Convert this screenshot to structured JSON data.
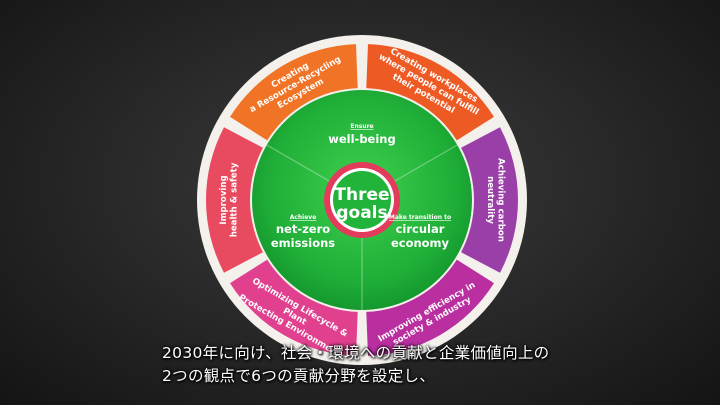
{
  "center": {
    "line1": "Three",
    "line2": "goals"
  },
  "goals": [
    {
      "small": "Ensure",
      "line1": "well-being",
      "line2": ""
    },
    {
      "small": "Make transition to",
      "line1": "circular",
      "line2": "economy"
    },
    {
      "small": "Achieve",
      "line1": "net-zero",
      "line2": "emissions"
    }
  ],
  "areas": [
    {
      "lines": [
        "Creating workplaces",
        "where people can fulfill",
        "their potential"
      ],
      "color": "#ee5a24"
    },
    {
      "lines": [
        "Achieving carbon",
        "neutrality"
      ],
      "color": "#9b3fa8"
    },
    {
      "lines": [
        "Improving efficiency in",
        "society & industry"
      ],
      "color": "#b92fa0"
    },
    {
      "lines": [
        "Optimizing Lifecycle &",
        "Plant",
        "Protecting Environment"
      ],
      "color": "#e0408e"
    },
    {
      "lines": [
        "Improving",
        "health & safety"
      ],
      "color": "#e84a5f"
    },
    {
      "lines": [
        "Creating",
        "a Resource-Recycling",
        "Ecosystem"
      ],
      "color": "#f07326"
    }
  ],
  "colors": {
    "inner_green": "#22b43a",
    "inner_green_dark": "#128a2c",
    "center_ring": "#e23b5b"
  },
  "subtitles": {
    "line1": "2030年に向け、社会・環境への貢献と企業価値向上の",
    "line2": "2つの観点で6つの貢献分野を設定し、"
  }
}
